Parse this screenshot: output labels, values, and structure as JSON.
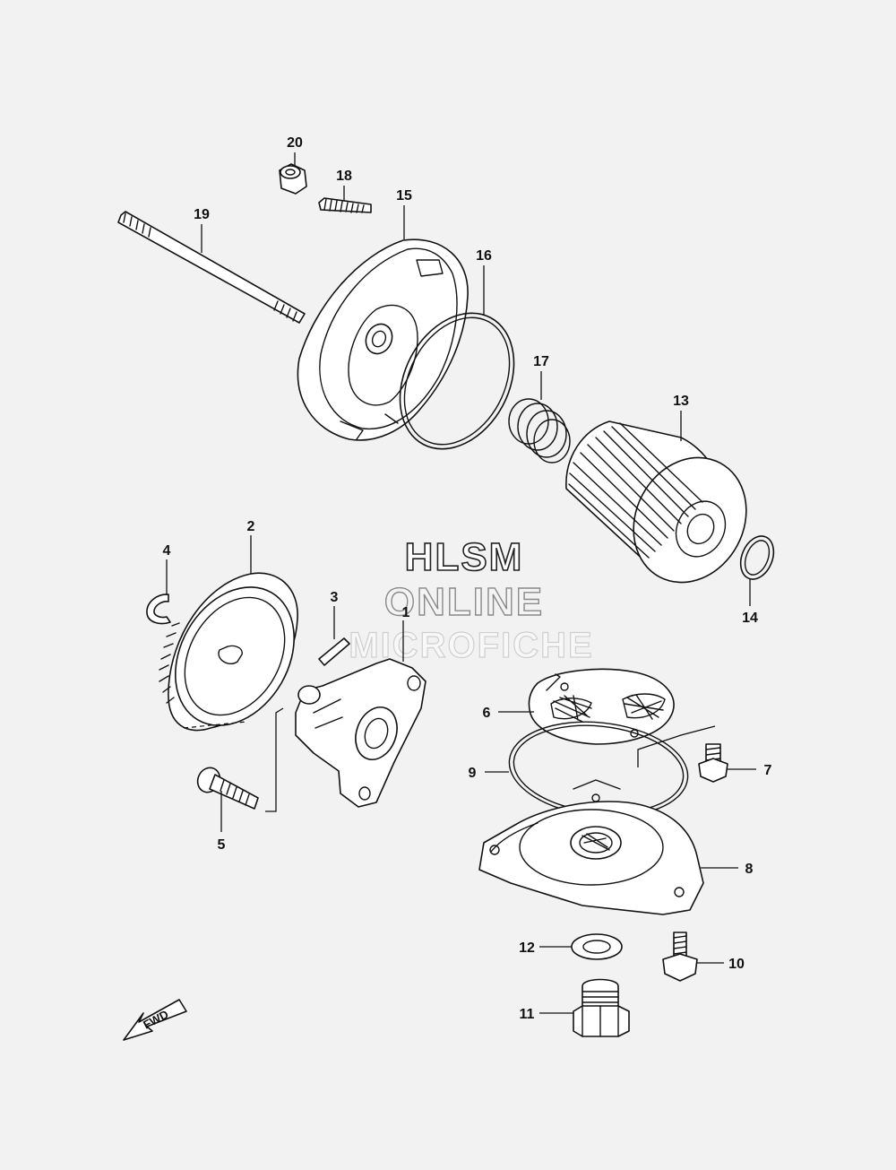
{
  "watermark": {
    "line1": "HLSM",
    "line2": "ONLINE",
    "line3": "MICROFICHE"
  },
  "fwd_label": "FWD",
  "callouts": [
    {
      "id": "c1",
      "label": "1",
      "part": "oil-pump-body"
    },
    {
      "id": "c2",
      "label": "2",
      "part": "oil-pump-drive-gear"
    },
    {
      "id": "c3",
      "label": "3",
      "part": "dowel-pin"
    },
    {
      "id": "c4",
      "label": "4",
      "part": "circlip"
    },
    {
      "id": "c5",
      "label": "5",
      "part": "pump-mounting-bolt"
    },
    {
      "id": "c6",
      "label": "6",
      "part": "oil-strainer"
    },
    {
      "id": "c7",
      "label": "7",
      "part": "strainer-bolt"
    },
    {
      "id": "c8",
      "label": "8",
      "part": "oil-pan-cover"
    },
    {
      "id": "c9",
      "label": "9",
      "part": "o-ring"
    },
    {
      "id": "c10",
      "label": "10",
      "part": "cover-bolt"
    },
    {
      "id": "c11",
      "label": "11",
      "part": "drain-plug"
    },
    {
      "id": "c12",
      "label": "12",
      "part": "drain-plug-gasket"
    },
    {
      "id": "c13",
      "label": "13",
      "part": "oil-filter"
    },
    {
      "id": "c14",
      "label": "14",
      "part": "filter-o-ring"
    },
    {
      "id": "c15",
      "label": "15",
      "part": "oil-filter-cap"
    },
    {
      "id": "c16",
      "label": "16",
      "part": "cap-o-ring"
    },
    {
      "id": "c17",
      "label": "17",
      "part": "filter-spring"
    },
    {
      "id": "c18",
      "label": "18",
      "part": "stud"
    },
    {
      "id": "c19",
      "label": "19",
      "part": "long-stud-bolt"
    },
    {
      "id": "c20",
      "label": "20",
      "part": "cap-nut"
    }
  ]
}
